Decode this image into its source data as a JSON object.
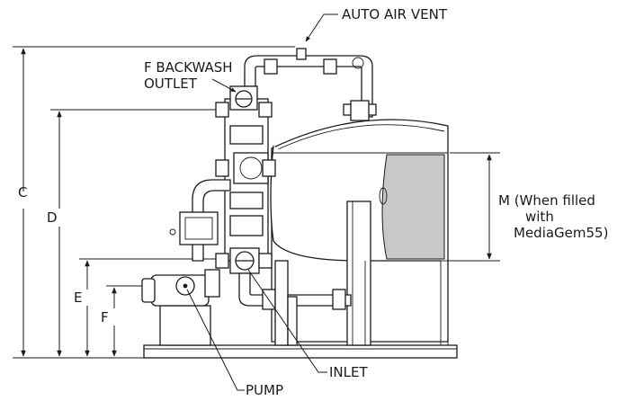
{
  "labels": {
    "auto_air_vent": "AUTO AIR VENT",
    "backwash_line1": "F BACKWASH",
    "backwash_line2": "OUTLET",
    "pump": "PUMP",
    "inlet": "INLET",
    "dim_c": "C",
    "dim_d": "D",
    "dim_e": "E",
    "dim_f": "F",
    "dim_m_line1": "M (When filled",
    "dim_m_line2": "with",
    "dim_m_line3": "MediaGem55)"
  },
  "colors": {
    "line": "#1a1a1a",
    "media_fill": "#c8c8c8",
    "background": "#ffffff"
  }
}
